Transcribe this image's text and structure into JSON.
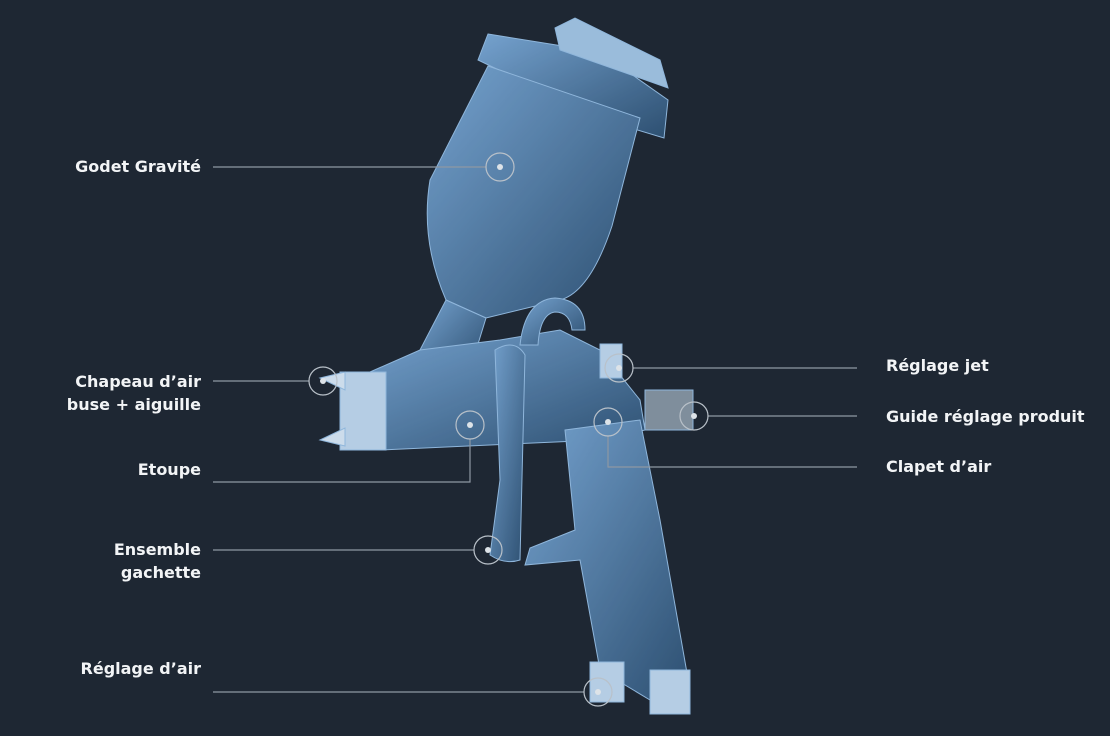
{
  "colors": {
    "background": "#1e2733",
    "gun": "#5b8fc4",
    "line": "#8e98a3"
  },
  "labels": {
    "godet": "Godet Gravité",
    "chapeau_1": "Chapeau d’air",
    "chapeau_2": "buse + aiguille",
    "etoupe": "Etoupe",
    "ensemble_1": "Ensemble",
    "ensemble_2": "gachette",
    "reglage_air": "Réglage d’air",
    "reglage_jet": "Réglage jet",
    "guide": "Guide réglage produit",
    "clapet": "Clapet d’air"
  }
}
